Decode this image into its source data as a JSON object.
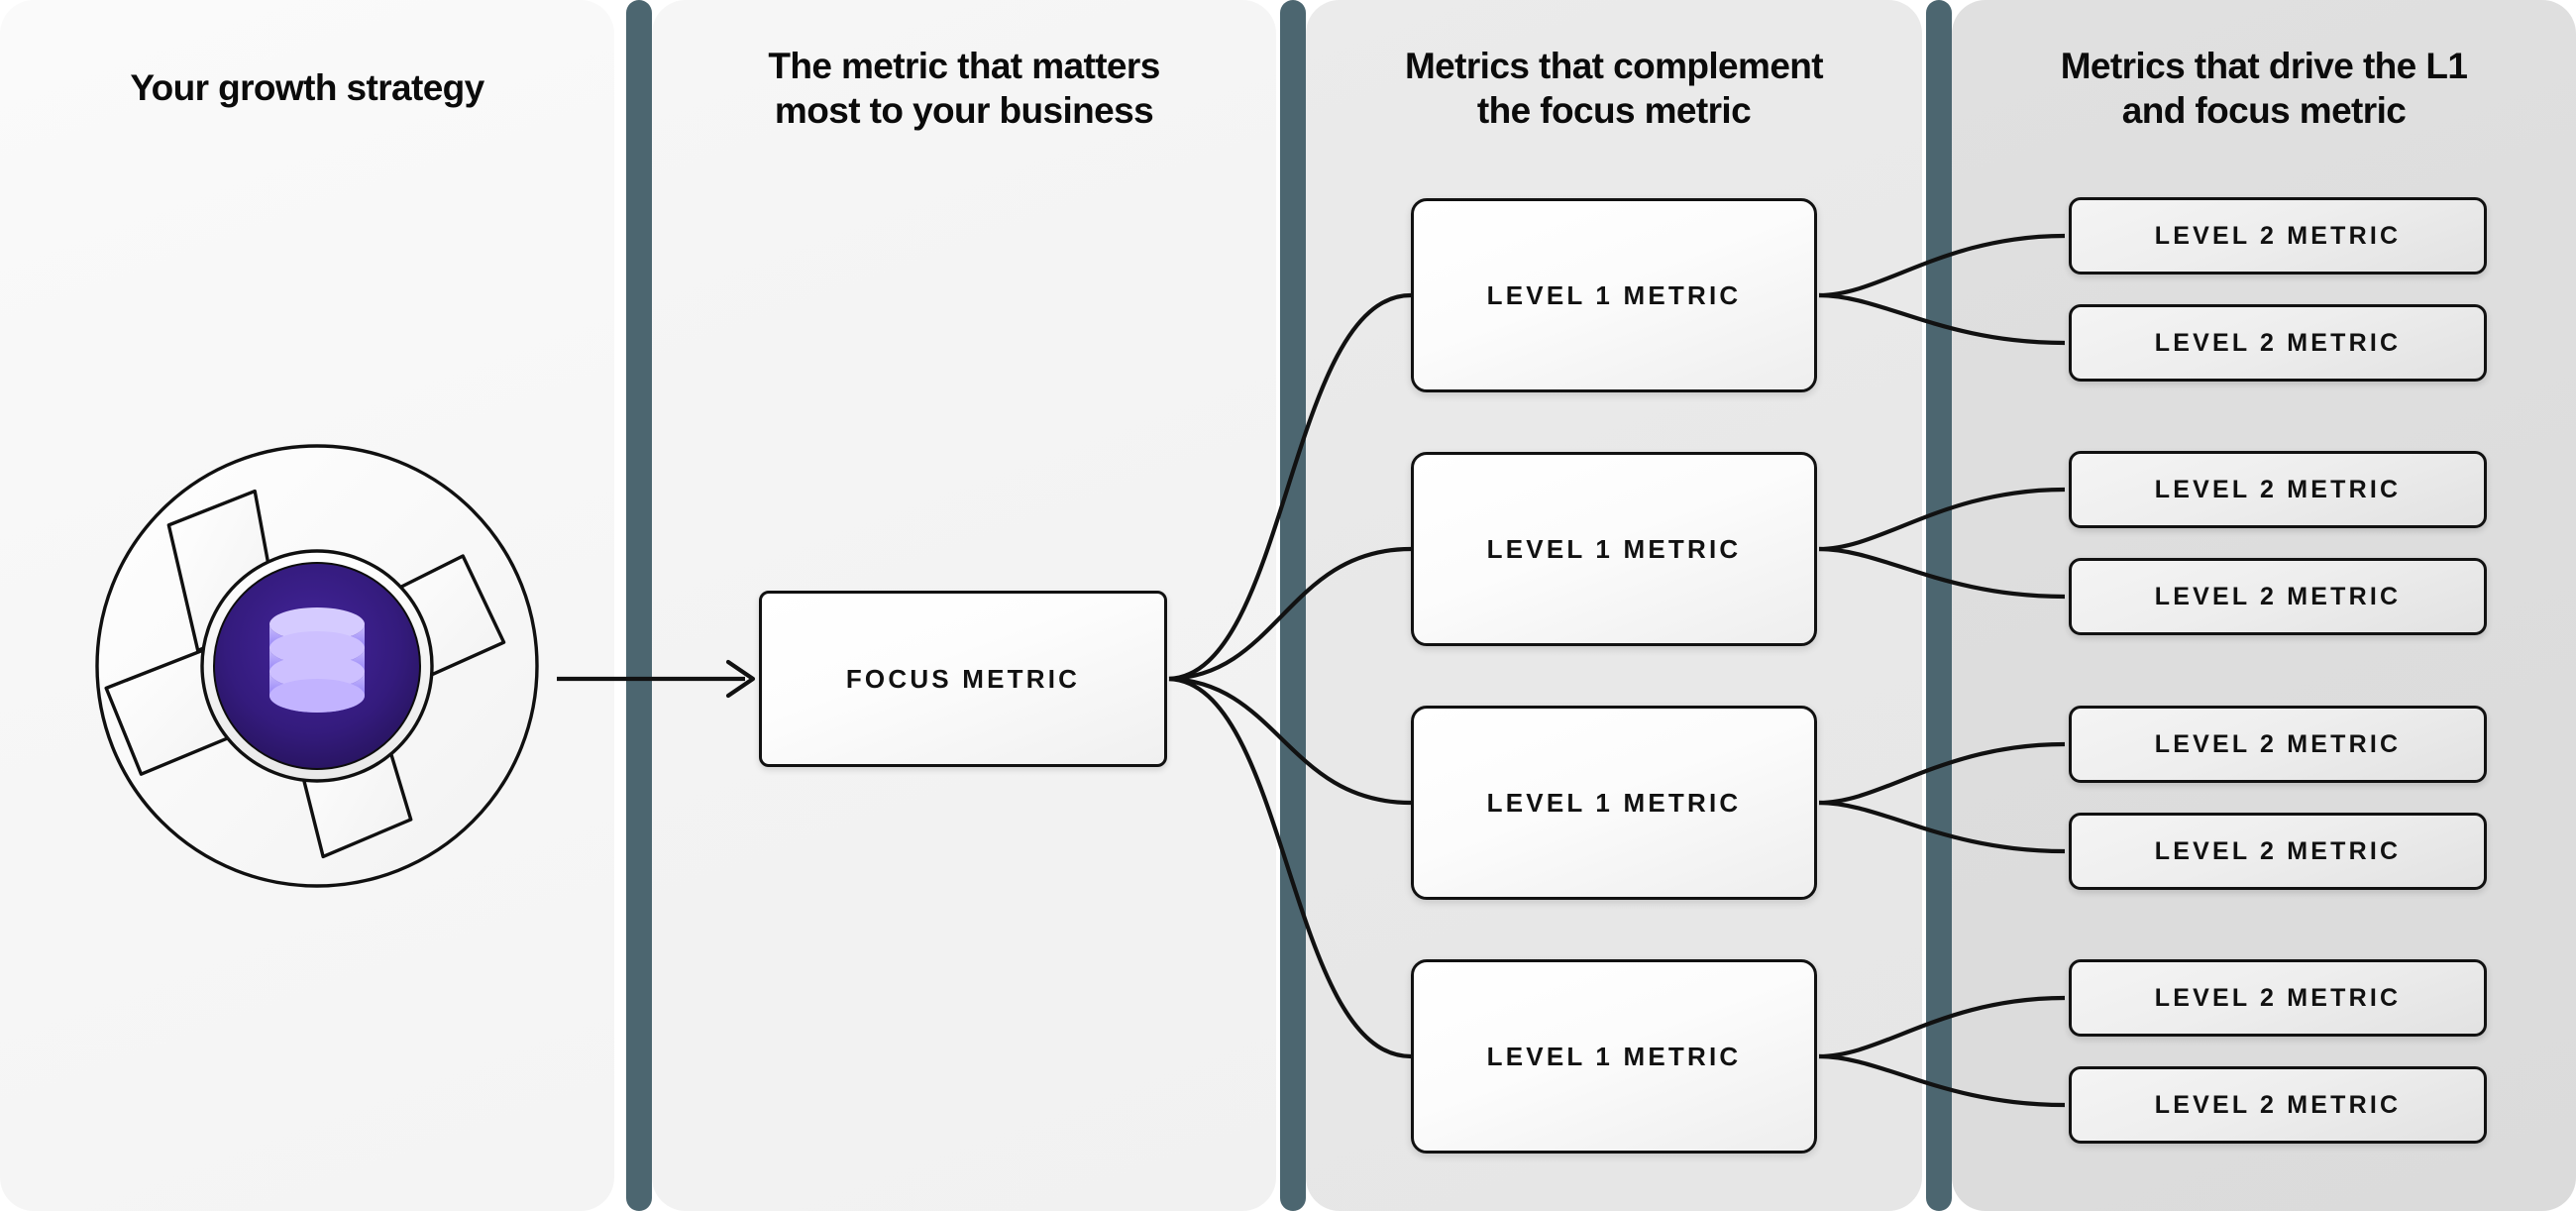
{
  "diagram": {
    "title": "Metric tree: growth strategy to focus metric to level 1 and level 2 metrics",
    "accent_divider_color": "#4c6670",
    "node_border_color": "#111111",
    "logo_core_color": "#2e1a6e",
    "logo_icon_color": "#8b7cf6"
  },
  "columns": [
    {
      "title": "Your growth strategy",
      "background": "#f7f7f7"
    },
    {
      "title": "The metric that matters\nmost to your business",
      "background": "#f3f3f3"
    },
    {
      "title": "Metrics that complement\nthe focus metric",
      "background": "#e8e8e8"
    },
    {
      "title": "Metrics that drive the L1\nand focus metric",
      "background": "#dddddd"
    }
  ],
  "column_titles": {
    "col1": "Your growth strategy",
    "col2_line1": "The metric that matters",
    "col2_line2": "most to your business",
    "col3_line1": "Metrics that complement",
    "col3_line2": "the focus metric",
    "col4_line1": "Metrics that drive the L1",
    "col4_line2": "and focus metric"
  },
  "logo": {
    "name": "aperture-database-logo",
    "icon": "database-stack-icon"
  },
  "focus_node": {
    "label": "FOCUS METRIC"
  },
  "level1_nodes": [
    {
      "label": "LEVEL 1 METRIC"
    },
    {
      "label": "LEVEL 1 METRIC"
    },
    {
      "label": "LEVEL 1 METRIC"
    },
    {
      "label": "LEVEL 1 METRIC"
    }
  ],
  "level2_nodes": [
    {
      "label": "LEVEL 2 METRIC",
      "parent": 0
    },
    {
      "label": "LEVEL 2 METRIC",
      "parent": 0
    },
    {
      "label": "LEVEL 2 METRIC",
      "parent": 1
    },
    {
      "label": "LEVEL 2 METRIC",
      "parent": 1
    },
    {
      "label": "LEVEL 2 METRIC",
      "parent": 2
    },
    {
      "label": "LEVEL 2 METRIC",
      "parent": 2
    },
    {
      "label": "LEVEL 2 METRIC",
      "parent": 3
    },
    {
      "label": "LEVEL 2 METRIC",
      "parent": 3
    }
  ]
}
